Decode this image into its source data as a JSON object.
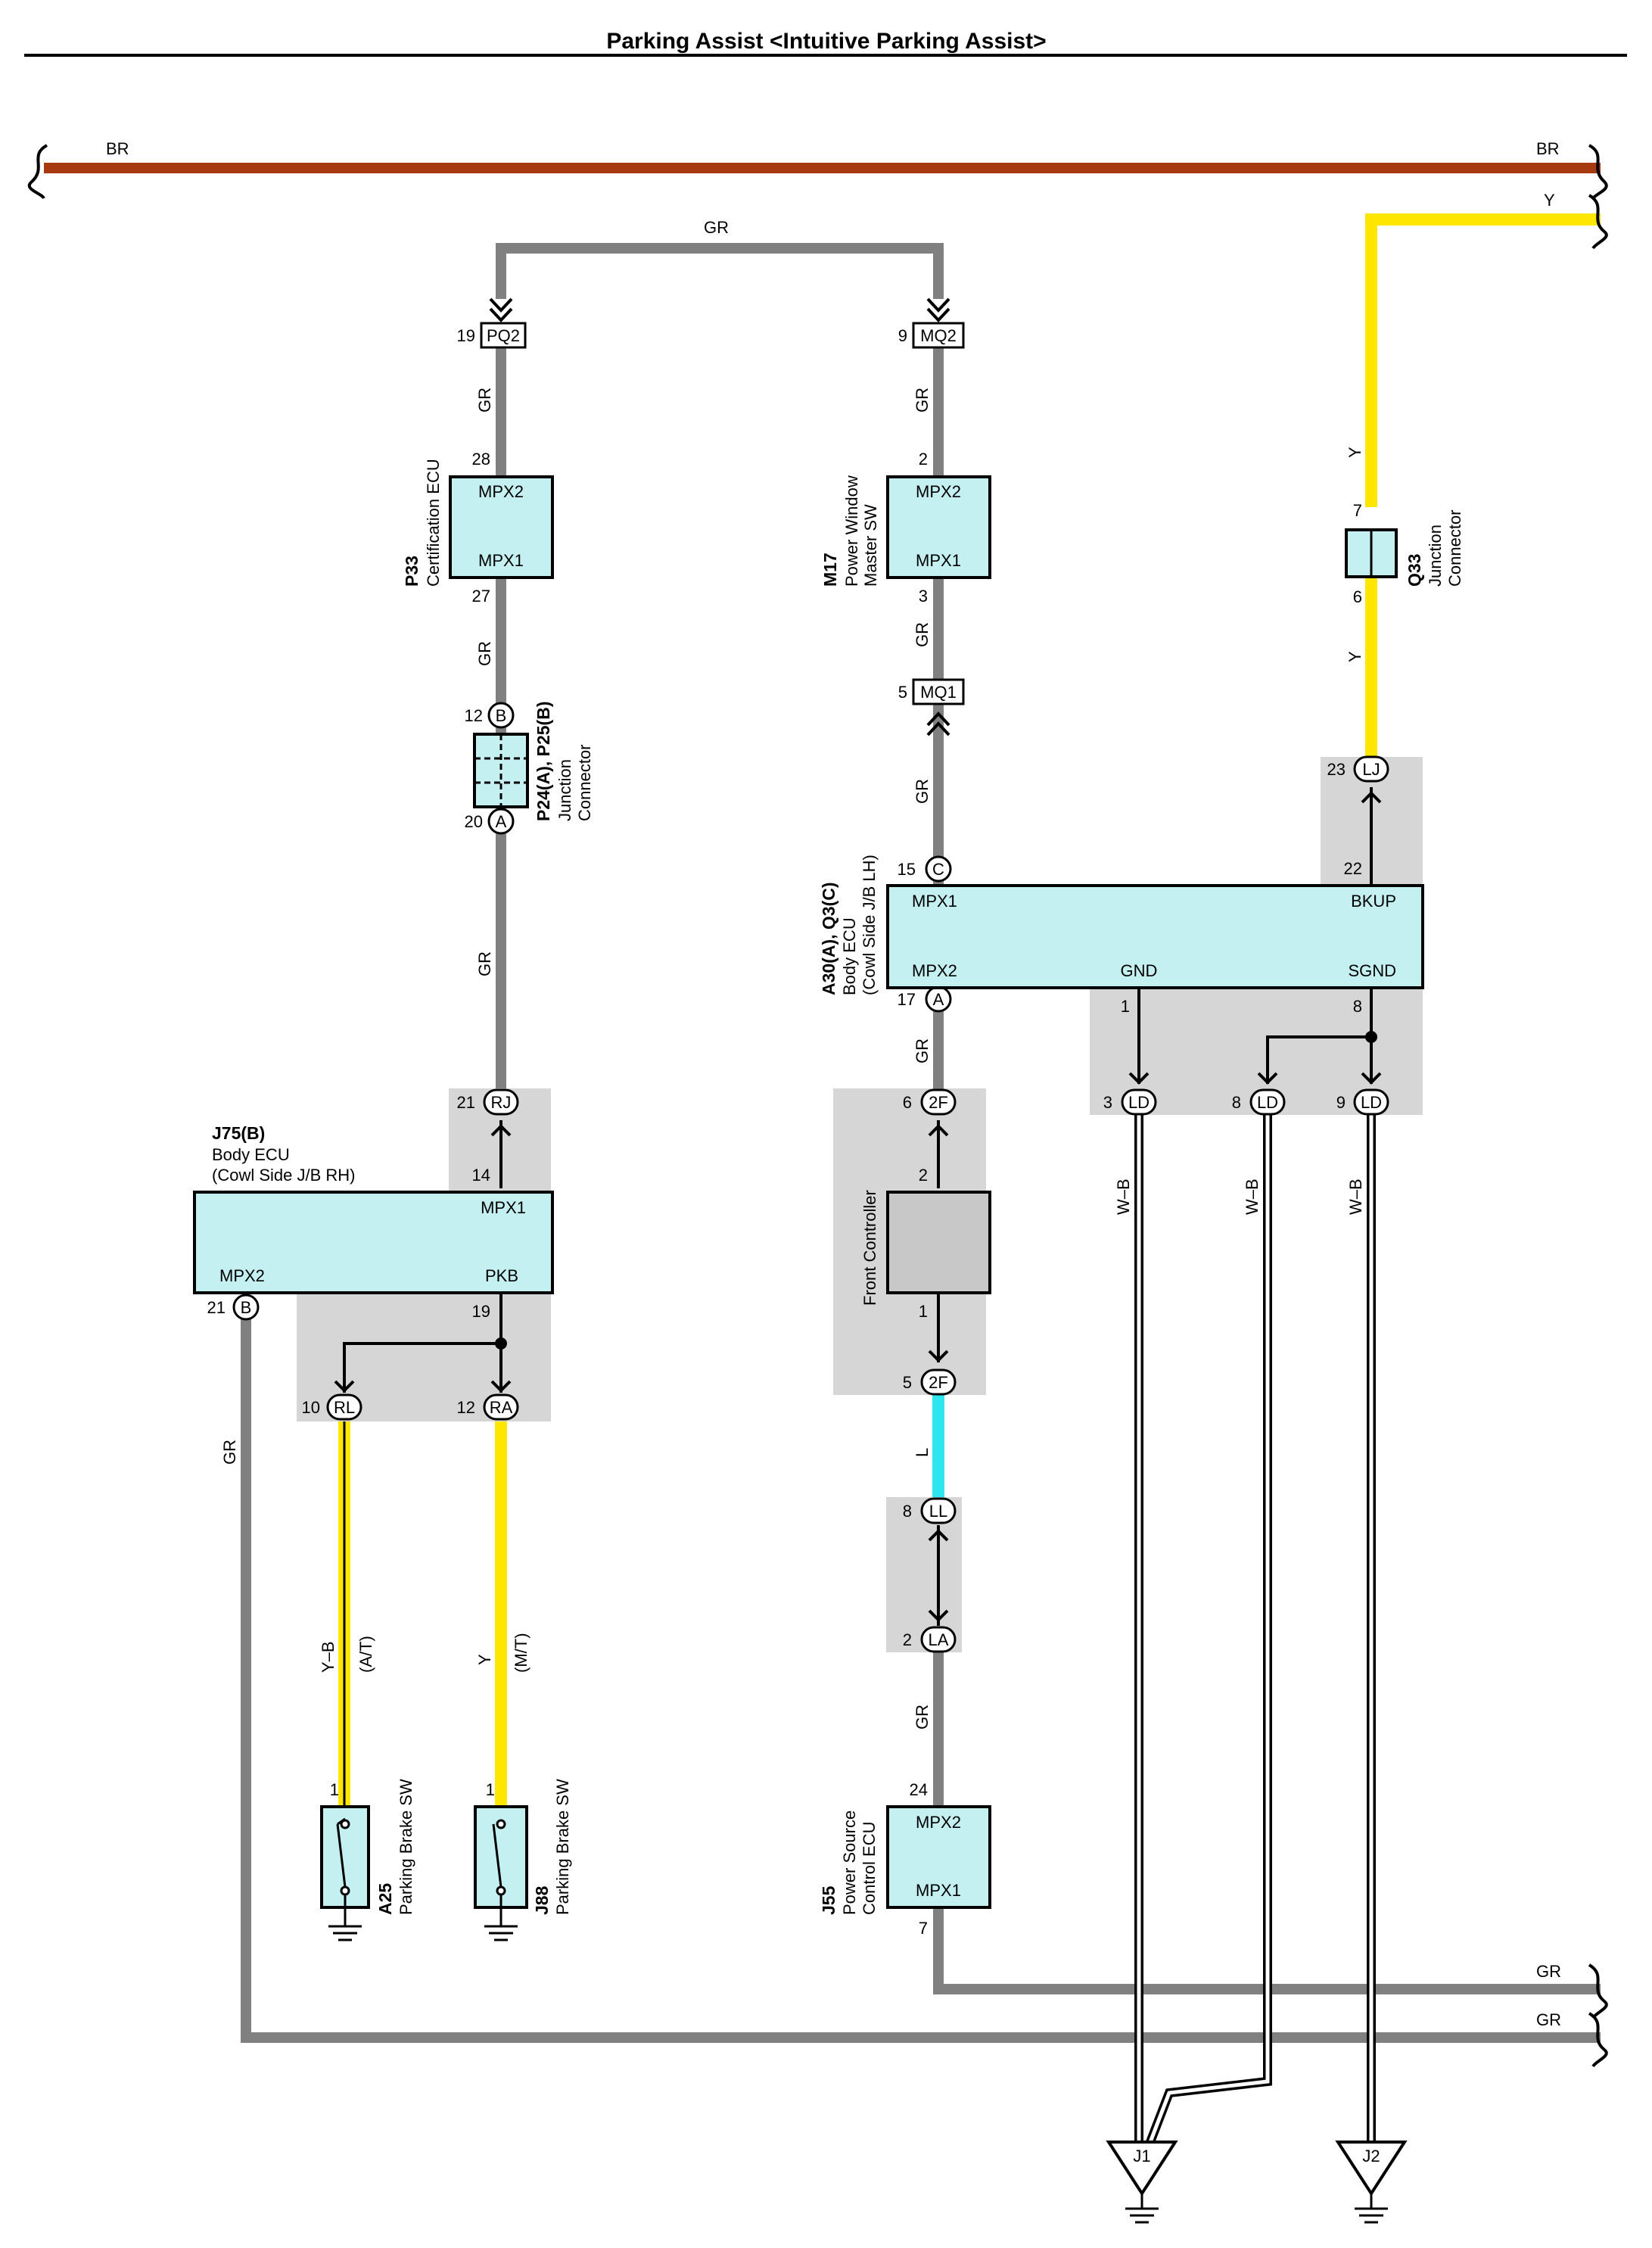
{
  "title": "Parking Assist <Intuitive Parking Assist>",
  "colors": {
    "BR": "#a83a12",
    "GR": "#808080",
    "Y": "#ffe600",
    "L": "#2ee6f0",
    "W-B": "#000000",
    "box_fill": "#c4f0f2",
    "shade": "#d6d6d6"
  },
  "wires": {
    "br_left": "BR",
    "br_right": "BR",
    "y_top": "Y",
    "gr_top": "GR",
    "gr_pq2_p33": "GR",
    "gr_p33_p24": "GR",
    "gr_p24_rj": "GR",
    "gr_mq2_m17": "GR",
    "gr_m17_mq1": "GR",
    "gr_mq1_a30": "GR",
    "y_q33_top": "Y",
    "y_q33_bottom": "Y",
    "gr_a30_2f": "GR",
    "l_2f_ll": "L",
    "gr_la_j55": "GR",
    "wb_1": "W–B",
    "wb_2": "W–B",
    "wb_3": "W–B",
    "gr_j75_left": "GR",
    "yb_rl": "Y–B",
    "at": "(A/T)",
    "y_ra": "Y",
    "mt": "(M/T)",
    "gr_bottom_1": "GR",
    "gr_bottom_2": "GR"
  },
  "connectors": {
    "pq2": {
      "pin": "19",
      "code": "PQ2"
    },
    "mq2": {
      "pin": "9",
      "code": "MQ2"
    },
    "mq1": {
      "pin": "5",
      "code": "MQ1"
    },
    "p24_b": {
      "pin": "12",
      "code": "B"
    },
    "p24_a": {
      "pin": "20",
      "code": "A"
    },
    "rj": {
      "pin": "21",
      "code": "RJ"
    },
    "a30_c": {
      "pin": "15",
      "code": "C"
    },
    "a30_a": {
      "pin": "17",
      "code": "A"
    },
    "lj": {
      "pin": "23",
      "code": "LJ"
    },
    "ld1": {
      "pin": "3",
      "code": "LD"
    },
    "ld2": {
      "pin": "8",
      "code": "LD"
    },
    "ld3": {
      "pin": "9",
      "code": "LD"
    },
    "f2_top": {
      "pin": "6",
      "code": "2F"
    },
    "f2_bottom": {
      "pin": "5",
      "code": "2F"
    },
    "ll": {
      "pin": "8",
      "code": "LL"
    },
    "la": {
      "pin": "2",
      "code": "LA"
    },
    "j75_b": {
      "pin": "21",
      "code": "B"
    },
    "rl": {
      "pin": "10",
      "code": "RL"
    },
    "ra": {
      "pin": "12",
      "code": "RA"
    }
  },
  "components": {
    "p33": {
      "id": "P33",
      "name": "Certification ECU",
      "pin_top": "28",
      "pin_bottom": "27",
      "term_top": "MPX2",
      "term_bottom": "MPX1"
    },
    "m17": {
      "id": "M17",
      "name_1": "Power Window",
      "name_2": "Master SW",
      "pin_top": "2",
      "pin_bottom": "3",
      "term_top": "MPX2",
      "term_bottom": "MPX1"
    },
    "q33": {
      "id": "Q33",
      "name_1": "Junction",
      "name_2": "Connector",
      "pin_top": "7",
      "pin_bottom": "6"
    },
    "p24": {
      "id": "P24(A), P25(B)",
      "name_1": "Junction",
      "name_2": "Connector"
    },
    "a30": {
      "id": "A30(A), Q3(C)",
      "name_1": "Body ECU",
      "name_2": "(Cowl Side J/B LH)",
      "term_mpx1": "MPX1",
      "term_mpx2": "MPX2",
      "term_bkup": "BKUP",
      "term_gnd": "GND",
      "term_sgnd": "SGND",
      "pin_bkup": "22",
      "pin_gnd": "1",
      "pin_sgnd": "8"
    },
    "j75": {
      "id": "J75(B)",
      "name_1": "Body ECU",
      "name_2": "(Cowl Side J/B RH)",
      "term_mpx1": "MPX1",
      "term_mpx2": "MPX2",
      "term_pkb": "PKB",
      "pin_mpx1": "14",
      "pin_pkb": "19"
    },
    "front": {
      "name": "Front Controller",
      "pin_top": "2",
      "pin_bottom": "1"
    },
    "j55": {
      "id": "J55",
      "name_1": "Power Source",
      "name_2": "Control ECU",
      "pin_top": "24",
      "pin_bottom": "7",
      "term_top": "MPX2",
      "term_bottom": "MPX1"
    },
    "a25": {
      "id": "A25",
      "name": "Parking Brake SW",
      "pin": "1"
    },
    "j88": {
      "id": "J88",
      "name": "Parking Brake SW",
      "pin": "1"
    }
  },
  "grounds": {
    "j1": "J1",
    "j2": "J2"
  }
}
